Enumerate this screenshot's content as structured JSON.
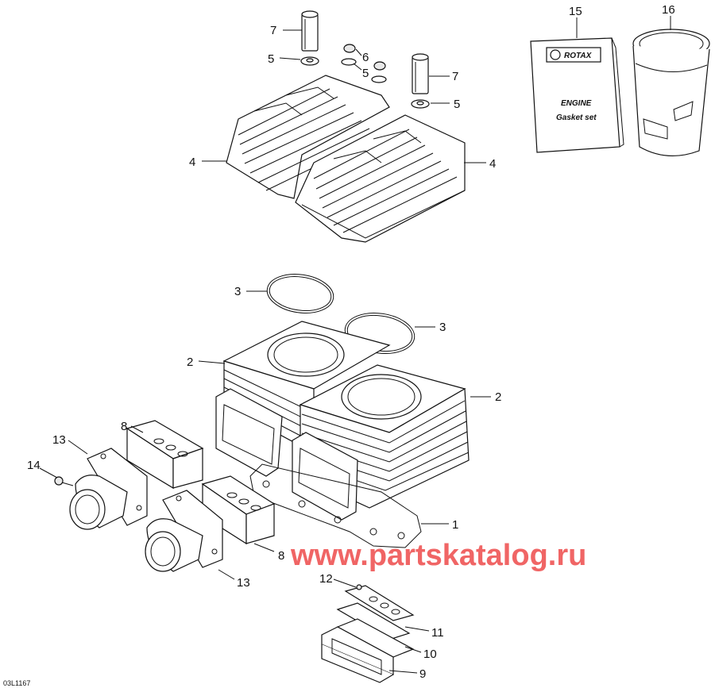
{
  "diagram": {
    "watermark": "www.partskatalog.ru",
    "figure_code": "03L1167",
    "gasket_book": {
      "brand": "ROTAX",
      "line1": "ENGINE",
      "line2": "Gasket set"
    },
    "callouts": [
      {
        "id": "c-7a",
        "text": "7"
      },
      {
        "id": "c-5a",
        "text": "5"
      },
      {
        "id": "c-6",
        "text": "6"
      },
      {
        "id": "c-5b",
        "text": "5"
      },
      {
        "id": "c-7b",
        "text": "7"
      },
      {
        "id": "c-5c",
        "text": "5"
      },
      {
        "id": "c-4a",
        "text": "4"
      },
      {
        "id": "c-4b",
        "text": "4"
      },
      {
        "id": "c-15",
        "text": "15"
      },
      {
        "id": "c-16",
        "text": "16"
      },
      {
        "id": "c-3a",
        "text": "3"
      },
      {
        "id": "c-3b",
        "text": "3"
      },
      {
        "id": "c-2a",
        "text": "2"
      },
      {
        "id": "c-2b",
        "text": "2"
      },
      {
        "id": "c-1",
        "text": "1"
      },
      {
        "id": "c-8a",
        "text": "8"
      },
      {
        "id": "c-13a",
        "text": "13"
      },
      {
        "id": "c-14",
        "text": "14"
      },
      {
        "id": "c-8b",
        "text": "8"
      },
      {
        "id": "c-13b",
        "text": "13"
      },
      {
        "id": "c-12",
        "text": "12"
      },
      {
        "id": "c-11",
        "text": "11"
      },
      {
        "id": "c-10",
        "text": "10"
      },
      {
        "id": "c-9",
        "text": "9"
      }
    ]
  }
}
